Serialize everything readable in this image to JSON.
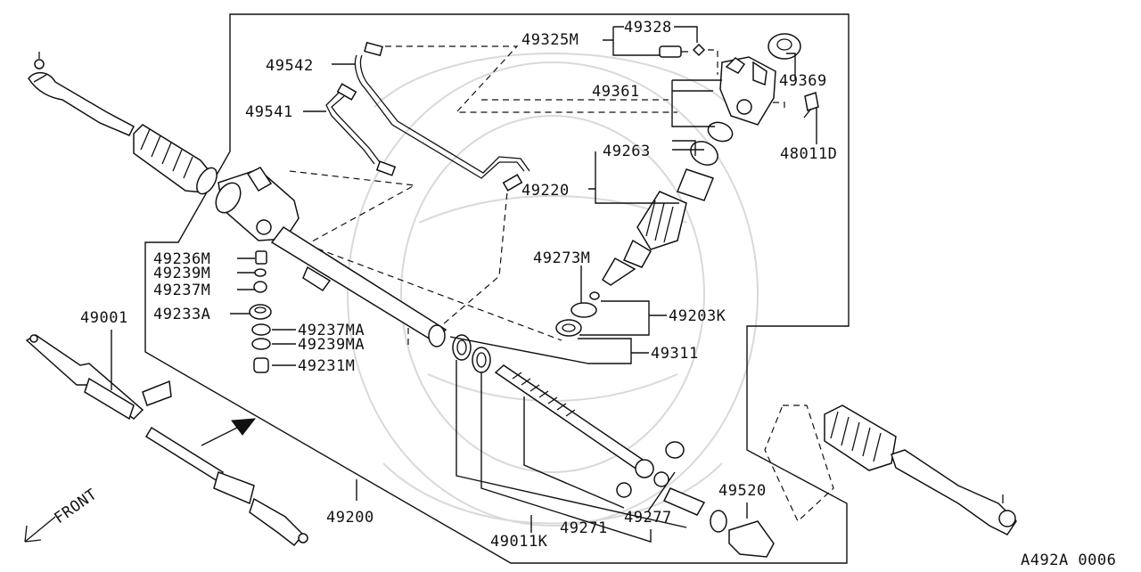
{
  "diagram": {
    "part_labels": [
      "49328",
      "49325M",
      "49542",
      "49369",
      "49361",
      "49541",
      "48011D",
      "49263",
      "49220",
      "49273M",
      "49236M",
      "49239M",
      "49237M",
      "49233A",
      "49203K",
      "49237MA",
      "49239MA",
      "49311",
      "49231M",
      "49001",
      "49520",
      "49200",
      "49271",
      "49277",
      "49011K"
    ],
    "direction_label": "FRONT",
    "diagram_code": "A492A 0006"
  }
}
